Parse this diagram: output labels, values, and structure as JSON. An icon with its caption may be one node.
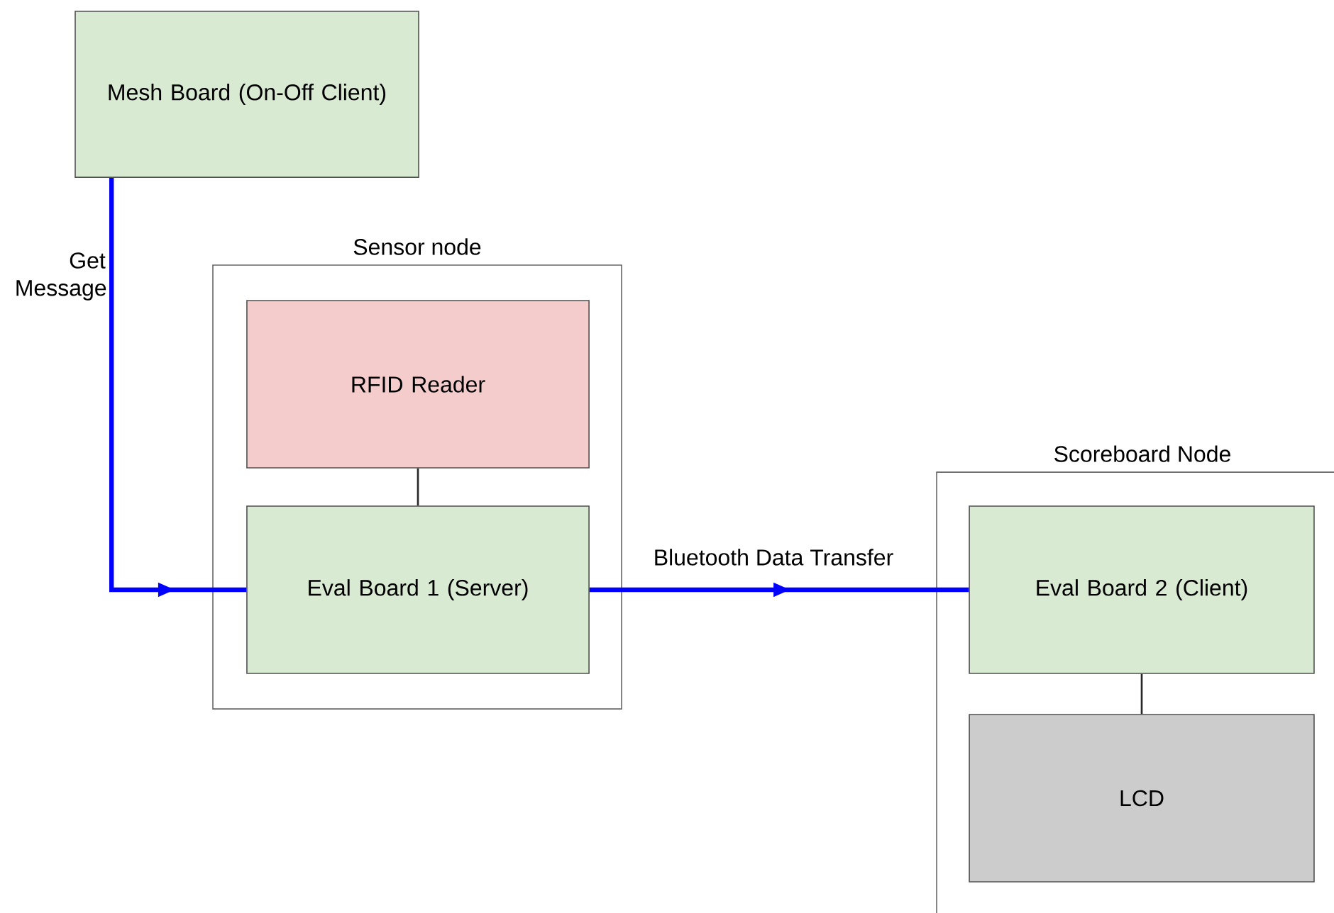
{
  "diagram": {
    "nodes": [
      {
        "text": [
          "Mesh Board (On-Off Client)"
        ]
      },
      {
        "text": [
          "Sensor node"
        ]
      },
      {
        "text": [
          "RFID Reader"
        ],
        "in": 1
      },
      {
        "text": [
          "Eval Board 1 (Server)"
        ],
        "in": 1
      },
      {
        "text": [
          "Scoreboard Node"
        ]
      },
      {
        "text": [
          "Eval Board 2 (Client)"
        ],
        "in": 4
      },
      {
        "text": [
          "LCD"
        ],
        "in": 4
      }
    ],
    "edges": [
      {
        "from": 0,
        "to": 3,
        "arrow": "to",
        "label": "Get Message",
        "style": "thick",
        "color": "#0000ff"
      },
      {
        "from": 2,
        "to": 3,
        "arrow": "none",
        "color": "#282828"
      },
      {
        "from": 3,
        "to": 5,
        "arrow": "to",
        "label": "Bluetooth Data Transfer",
        "style": "thick",
        "color": "#0000ff"
      },
      {
        "from": 5,
        "to": 6,
        "arrow": "none",
        "color": "#282828"
      }
    ]
  }
}
